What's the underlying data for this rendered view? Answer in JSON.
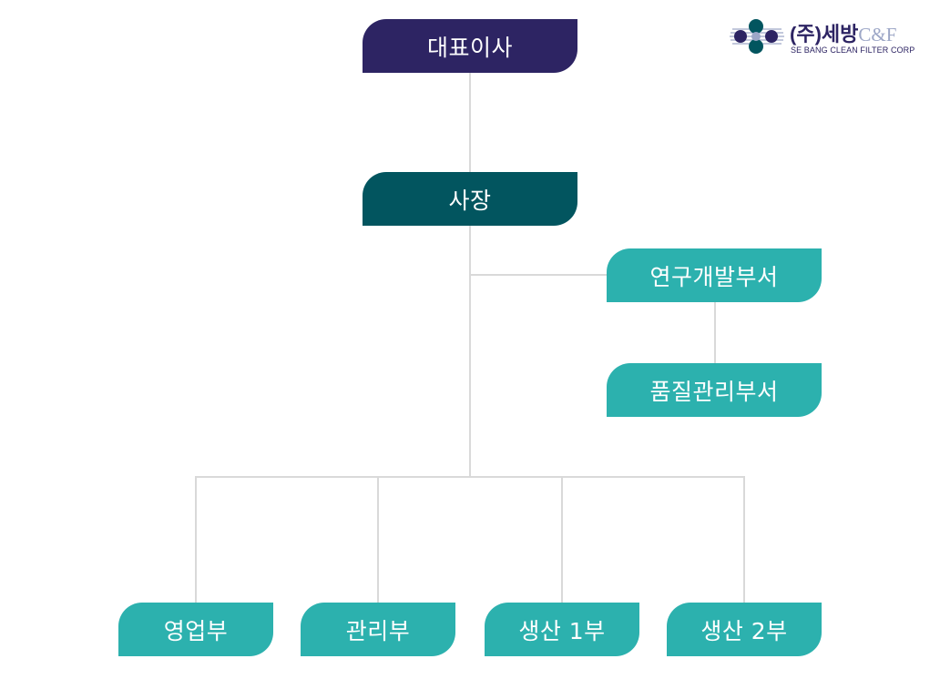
{
  "logo": {
    "company_main": "(주)세방",
    "company_suffix": "C&F",
    "subtitle": "SE BANG CLEAN FILTER CORP"
  },
  "org": {
    "ceo": "대표이사",
    "president": "사장",
    "side_units": [
      "연구개발부서",
      "품질관리부서"
    ],
    "departments": [
      "영업부",
      "관리부",
      "생산 1부",
      "생산 2부"
    ]
  },
  "colors": {
    "ceo": "#2d2463",
    "president": "#02555f",
    "unit": "#2cb1ae",
    "connector": "#d9d9d9"
  }
}
